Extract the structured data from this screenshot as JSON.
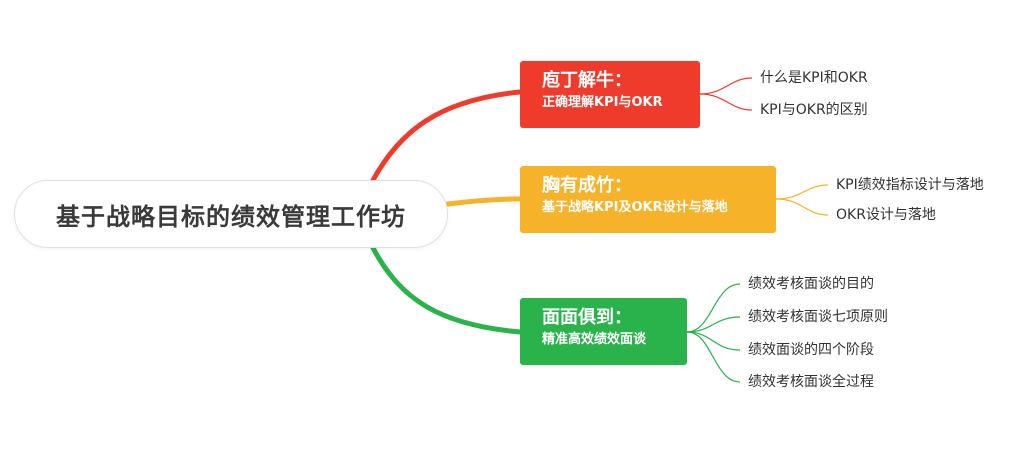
{
  "root": {
    "label": "基于战略目标的绩效管理工作坊"
  },
  "colors": {
    "red": "#ef3b2c",
    "yellow": "#f6b32a",
    "green": "#2ab24b"
  },
  "branches": [
    {
      "title": "庖丁解牛：",
      "subtitle": "正确理解KPI与OKR",
      "leaves": [
        "什么是KPI和OKR",
        "KPI与OKR的区别"
      ]
    },
    {
      "title": "胸有成竹：",
      "subtitle": "基于战略KPI及OKR设计与落地",
      "leaves": [
        "KPI绩效指标设计与落地",
        "OKR设计与落地"
      ]
    },
    {
      "title": "面面俱到：",
      "subtitle": "精准高效绩效面谈",
      "leaves": [
        "绩效考核面谈的目的",
        "绩效考核面谈七项原则",
        "绩效面谈的四个阶段",
        "绩效考核面谈全过程"
      ]
    }
  ]
}
